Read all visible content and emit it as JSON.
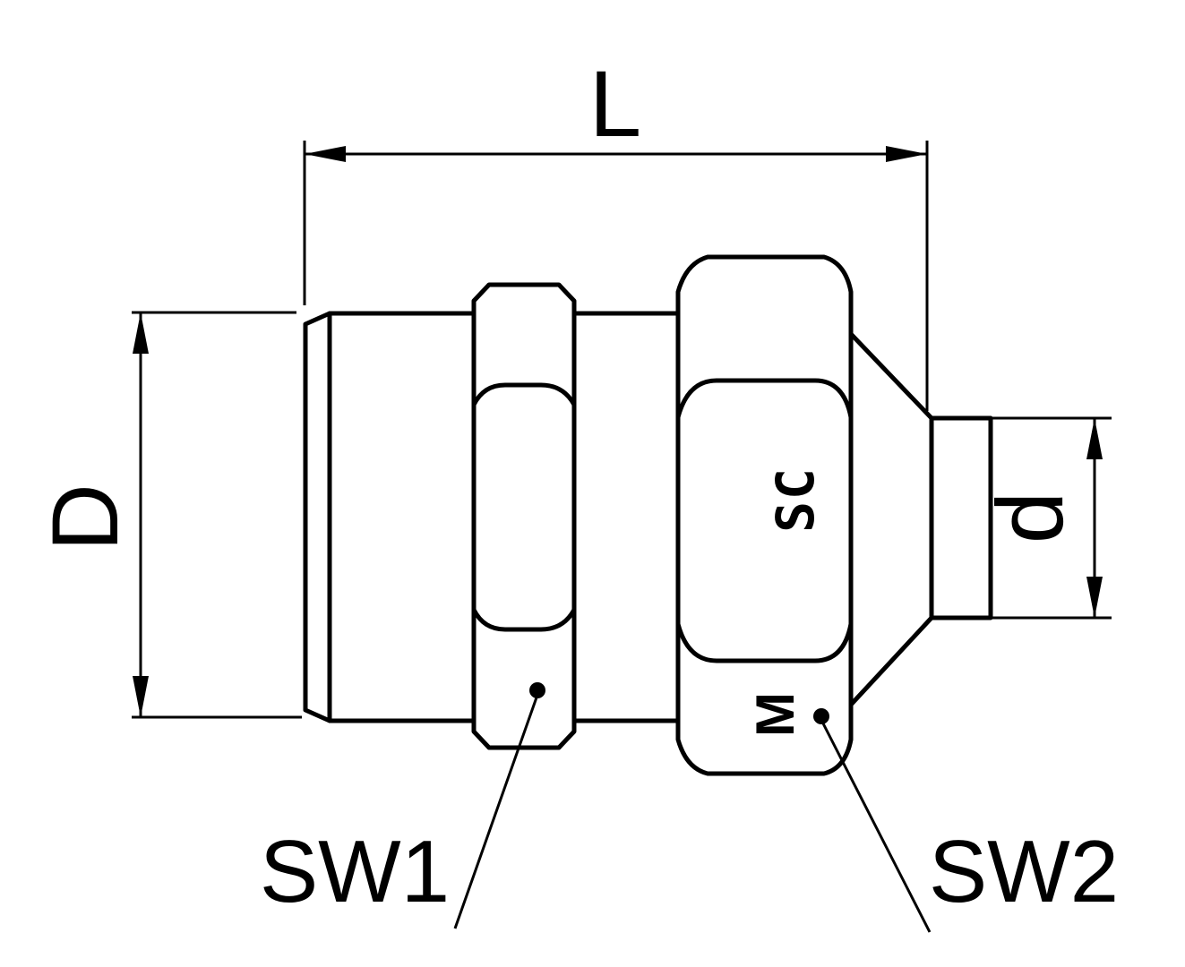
{
  "page": {
    "background": "#ffffff",
    "line_color": "#000000"
  },
  "dimensions": {
    "overall_length": "L",
    "thread_outer_diameter": "D",
    "tube_outer_diameter": "d",
    "hex1_wrench_size": "SW1",
    "hex2_wrench_size": "SW2"
  },
  "part_markings": {
    "logo_text": "SC",
    "size_mark": "M"
  }
}
